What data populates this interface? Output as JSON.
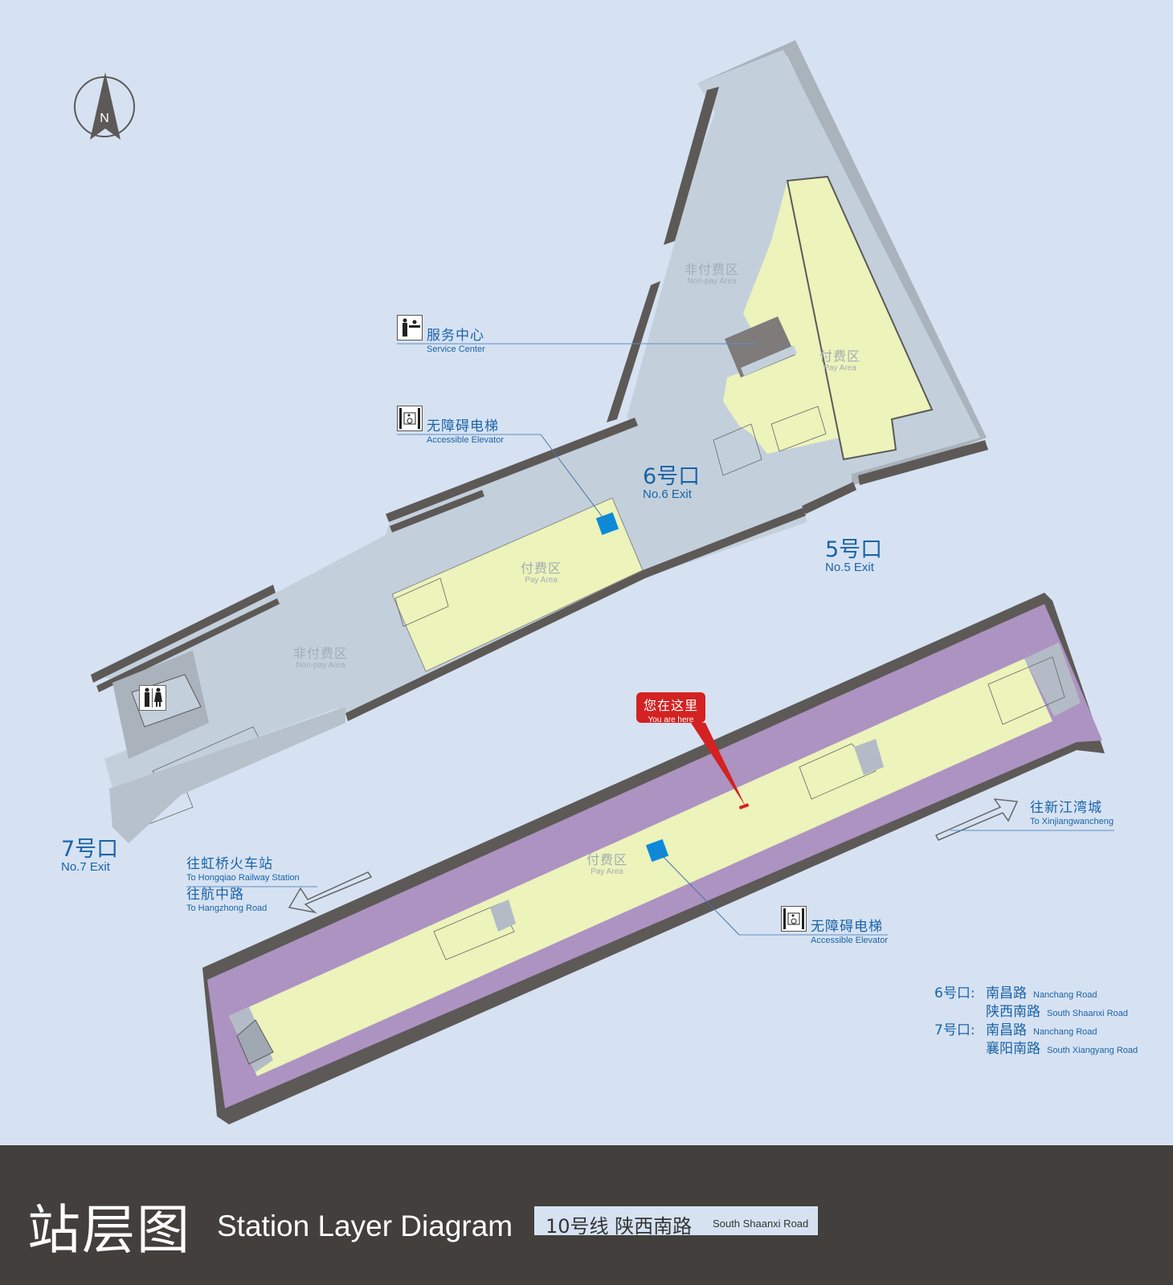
{
  "compass": {
    "label": "N"
  },
  "areas": {
    "nonpay_upper": {
      "cn": "非付费区",
      "en": "Non-pay Area"
    },
    "pay_upper_right": {
      "cn": "付费区",
      "en": "Pay Area"
    },
    "pay_concourse": {
      "cn": "付费区",
      "en": "Pay Area"
    },
    "nonpay_lower": {
      "cn": "非付费区",
      "en": "Non-pay Area"
    },
    "pay_platform": {
      "cn": "付费区",
      "en": "Pay Area"
    }
  },
  "facilities": {
    "service_center": {
      "cn": "服务中心",
      "en": "Service Center",
      "icon": "service-center-icon"
    },
    "accessible_elevator_concourse": {
      "cn": "无障碍电梯",
      "en": "Accessible Elevator",
      "icon": "accessible-elevator-icon"
    },
    "accessible_elevator_platform": {
      "cn": "无障碍电梯",
      "en": "Accessible Elevator",
      "icon": "accessible-elevator-icon"
    },
    "restroom": {
      "icon": "restroom-icon"
    }
  },
  "exits": {
    "exit6": {
      "cn": "6号口",
      "en": "No.6 Exit"
    },
    "exit5": {
      "cn": "5号口",
      "en": "No.5 Exit"
    },
    "exit7": {
      "cn": "7号口",
      "en": "No.7 Exit"
    }
  },
  "you_are_here": {
    "cn": "您在这里",
    "en": "You are here",
    "color": "#d42121"
  },
  "directions": {
    "left": [
      {
        "cn": "往虹桥火车站",
        "en": "To Hongqiao Railway Station"
      },
      {
        "cn": "往航中路",
        "en": "To Hangzhong Road"
      }
    ],
    "right": {
      "cn": "往新江湾城",
      "en": "To Xinjiangwancheng"
    }
  },
  "exit_legend": [
    {
      "exit": "6号口:",
      "roads": [
        {
          "cn": "南昌路",
          "en": "Nanchang Road"
        },
        {
          "cn": "陕西南路",
          "en": "South Shaanxi Road"
        }
      ]
    },
    {
      "exit": "7号口:",
      "roads": [
        {
          "cn": "南昌路",
          "en": "Nanchang Road"
        },
        {
          "cn": "襄阳南路",
          "en": "South Xiangyang Road"
        }
      ]
    }
  ],
  "banner": {
    "title_cn": "站层图",
    "title_en": "Station Layer Diagram",
    "line": "10号线  陕西南路",
    "station_en": "South Shaanxi Road"
  },
  "colors": {
    "background": "#d6e2f2",
    "nonpay": "#c3d0dc",
    "pay": "#ecf3bb",
    "track": "#ad93c1",
    "wall": "#5d5957",
    "elevator": "#0c8ad8",
    "text": "#1a63a8",
    "banner": "#423f3c"
  }
}
